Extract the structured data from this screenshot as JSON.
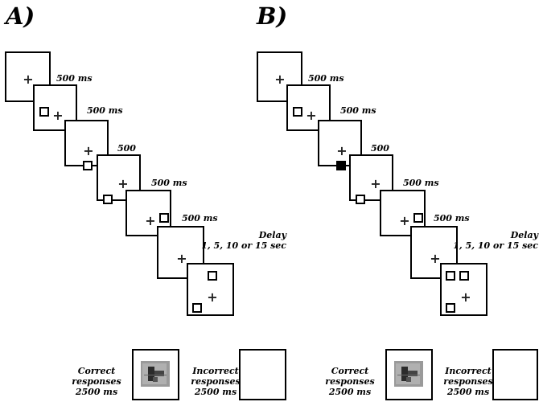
{
  "panels": [
    {
      "label": "A)",
      "timings": [
        "500 ms",
        "500 ms",
        "500",
        "500 ms",
        "500 ms"
      ],
      "delay": {
        "line1": "Delay",
        "line2": "1, 5, 10 or 15 sec"
      },
      "correct": {
        "line1": "Correct",
        "line2": "responses",
        "line3": "2500 ms"
      },
      "incorrect": {
        "line1": "Incorrect",
        "line2": "responses",
        "line3": "2500 ms"
      }
    },
    {
      "label": "B)",
      "timings": [
        "500 ms",
        "500 ms",
        "500",
        "500 ms",
        "500 ms"
      ],
      "delay": {
        "line1": "Delay",
        "line2": "1, 5, 10 or 15 sec"
      },
      "correct": {
        "line1": "Correct",
        "line2": "responses",
        "line3": "2500 ms"
      },
      "incorrect": {
        "line1": "Incorrect",
        "line2": "responses",
        "line3": "2500 ms"
      }
    }
  ],
  "symbols": {
    "fixation": "+"
  },
  "colors": {
    "frame_border": "#000000",
    "filled_square": "#000000",
    "feedback_image_bg": "#9a9a9a"
  }
}
